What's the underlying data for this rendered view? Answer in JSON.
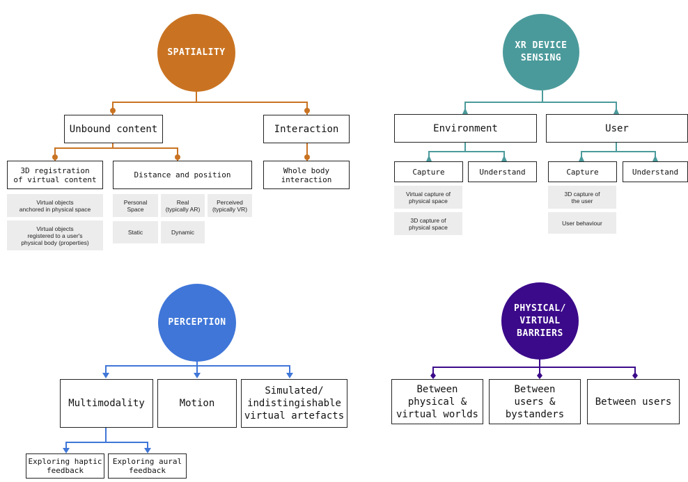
{
  "colors": {
    "spatiality": "#c97322",
    "xr": "#4b9a9b",
    "perception": "#3f76d8",
    "barriers": "#3b0a8a"
  },
  "spatiality": {
    "title": "SPATIALITY",
    "unbound": "Unbound content",
    "interaction": "Interaction",
    "registration": "3D registration\nof virtual content",
    "distance": "Distance and position",
    "whole_body": "Whole body\ninteraction",
    "tags": {
      "anchored": "Virtual objects\nanchored in physical space",
      "registered": "Virtual objects\nregistered to a user's\nphysical body (properties)",
      "personal": "Personal\nSpace",
      "real": "Real\n(typically AR)",
      "perceived": "Perceived\n(typically VR)",
      "static": "Static",
      "dynamic": "Dynamic"
    }
  },
  "xr": {
    "title": "XR DEVICE\nSENSING",
    "environment": "Environment",
    "user": "User",
    "env_capture": "Capture",
    "env_understand": "Understand",
    "user_capture": "Capture",
    "user_understand": "Understand",
    "tags": {
      "virtual_capture": "Virtual capture of\nphysical space",
      "capture_3d_space": "3D capture of\nphysical space",
      "capture_3d_user": "3D capture of\nthe user",
      "user_behaviour": "User behaviour"
    }
  },
  "perception": {
    "title": "PERCEPTION",
    "multimodality": "Multimodality",
    "motion": "Motion",
    "simulated": "Simulated/\nindistingishable\nvirtual artefacts",
    "haptic": "Exploring haptic\nfeedback",
    "aural": "Exploring aural\nfeedback"
  },
  "barriers": {
    "title": "PHYSICAL/\nVIRTUAL\nBARRIERS",
    "physical_virtual": "Between\nphysical &\nvirtual worlds",
    "users_bystanders": "Between\nusers &\nbystanders",
    "between_users": "Between users"
  }
}
